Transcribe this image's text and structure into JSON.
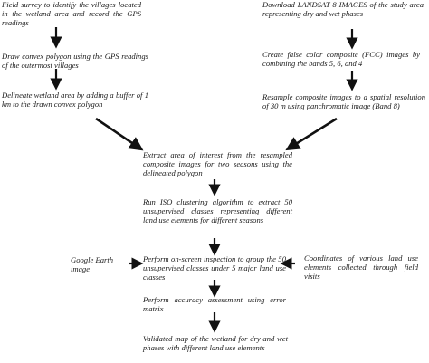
{
  "diagram": {
    "left_column": {
      "n1": "Field survey to identify the villages located in the wetland area and record the GPS readings",
      "n2": "Draw convex polygon using the GPS readings of the outermost villages",
      "n3": "Delineate wetland area by adding a buffer of 1 km to the drawn convex polygon"
    },
    "right_column": {
      "n1": "Download LANDSAT 8 IMAGES of the study area representing dry and wet phases",
      "n2": "Create false color composite (FCC) images by combining the bands 5, 6, and 4",
      "n3": "Resample composite images to a spatial resolution of 30 m using panchromatic image (Band 8)"
    },
    "center_column": {
      "n1": "Extract area of interest from the resampled composite images for two seasons using the delineated polygon",
      "n2": "Run ISO clustering algorithm to extract 50 unsupervised classes representing different land use elements for different seasons",
      "n3": "Perform on-screen inspection to group the 50 unsupervised classes under 5 major land use classes",
      "n4": "Perform accuracy assessment using error matrix",
      "n5": "Validated map of the wetland for dry and wet phases with different land use elements"
    },
    "side_inputs": {
      "google_earth": "Google Earth image",
      "coordinates": "Coordinates of various land use elements collected through field visits"
    }
  }
}
